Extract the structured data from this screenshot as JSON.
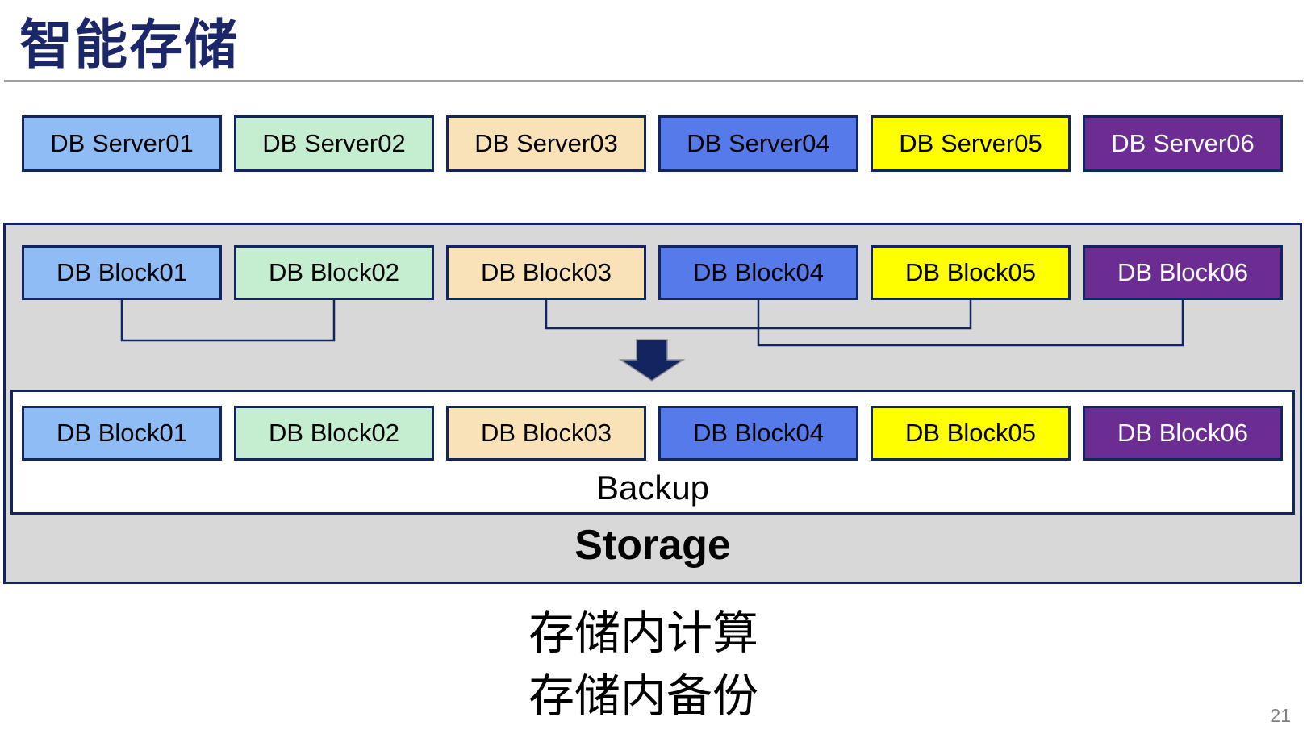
{
  "slide": {
    "title": "智能存储",
    "page_number": "21",
    "captions": [
      "存储内计算",
      "存储内备份"
    ]
  },
  "palette": {
    "navy": "#132561",
    "title_navy": "#1B2768",
    "gray_fill": "#D8D8D8",
    "divider_gray": "#9E9E9E",
    "page_num_gray": "#7F7F7F"
  },
  "block_colors": [
    {
      "fill": "#8FBCF5",
      "text": "#000000"
    },
    {
      "fill": "#C4EECF",
      "text": "#000000"
    },
    {
      "fill": "#F9E2B8",
      "text": "#000000"
    },
    {
      "fill": "#567AE9",
      "text": "#000000"
    },
    {
      "fill": "#FFFF00",
      "text": "#000000"
    },
    {
      "fill": "#6C2D93",
      "text": "#FFFFFF"
    }
  ],
  "server_row": {
    "labels": [
      "DB Server01",
      "DB Server02",
      "DB Server03",
      "DB Server04",
      "DB Server05",
      "DB Server06"
    ]
  },
  "storage": {
    "top_blocks": [
      "DB Block01",
      "DB Block02",
      "DB Block03",
      "DB Block04",
      "DB Block05",
      "DB Block06"
    ],
    "bottom_blocks": [
      "DB Block01",
      "DB Block02",
      "DB Block03",
      "DB Block04",
      "DB Block05",
      "DB Block06"
    ],
    "backup_label": "Backup",
    "storage_label": "Storage"
  }
}
